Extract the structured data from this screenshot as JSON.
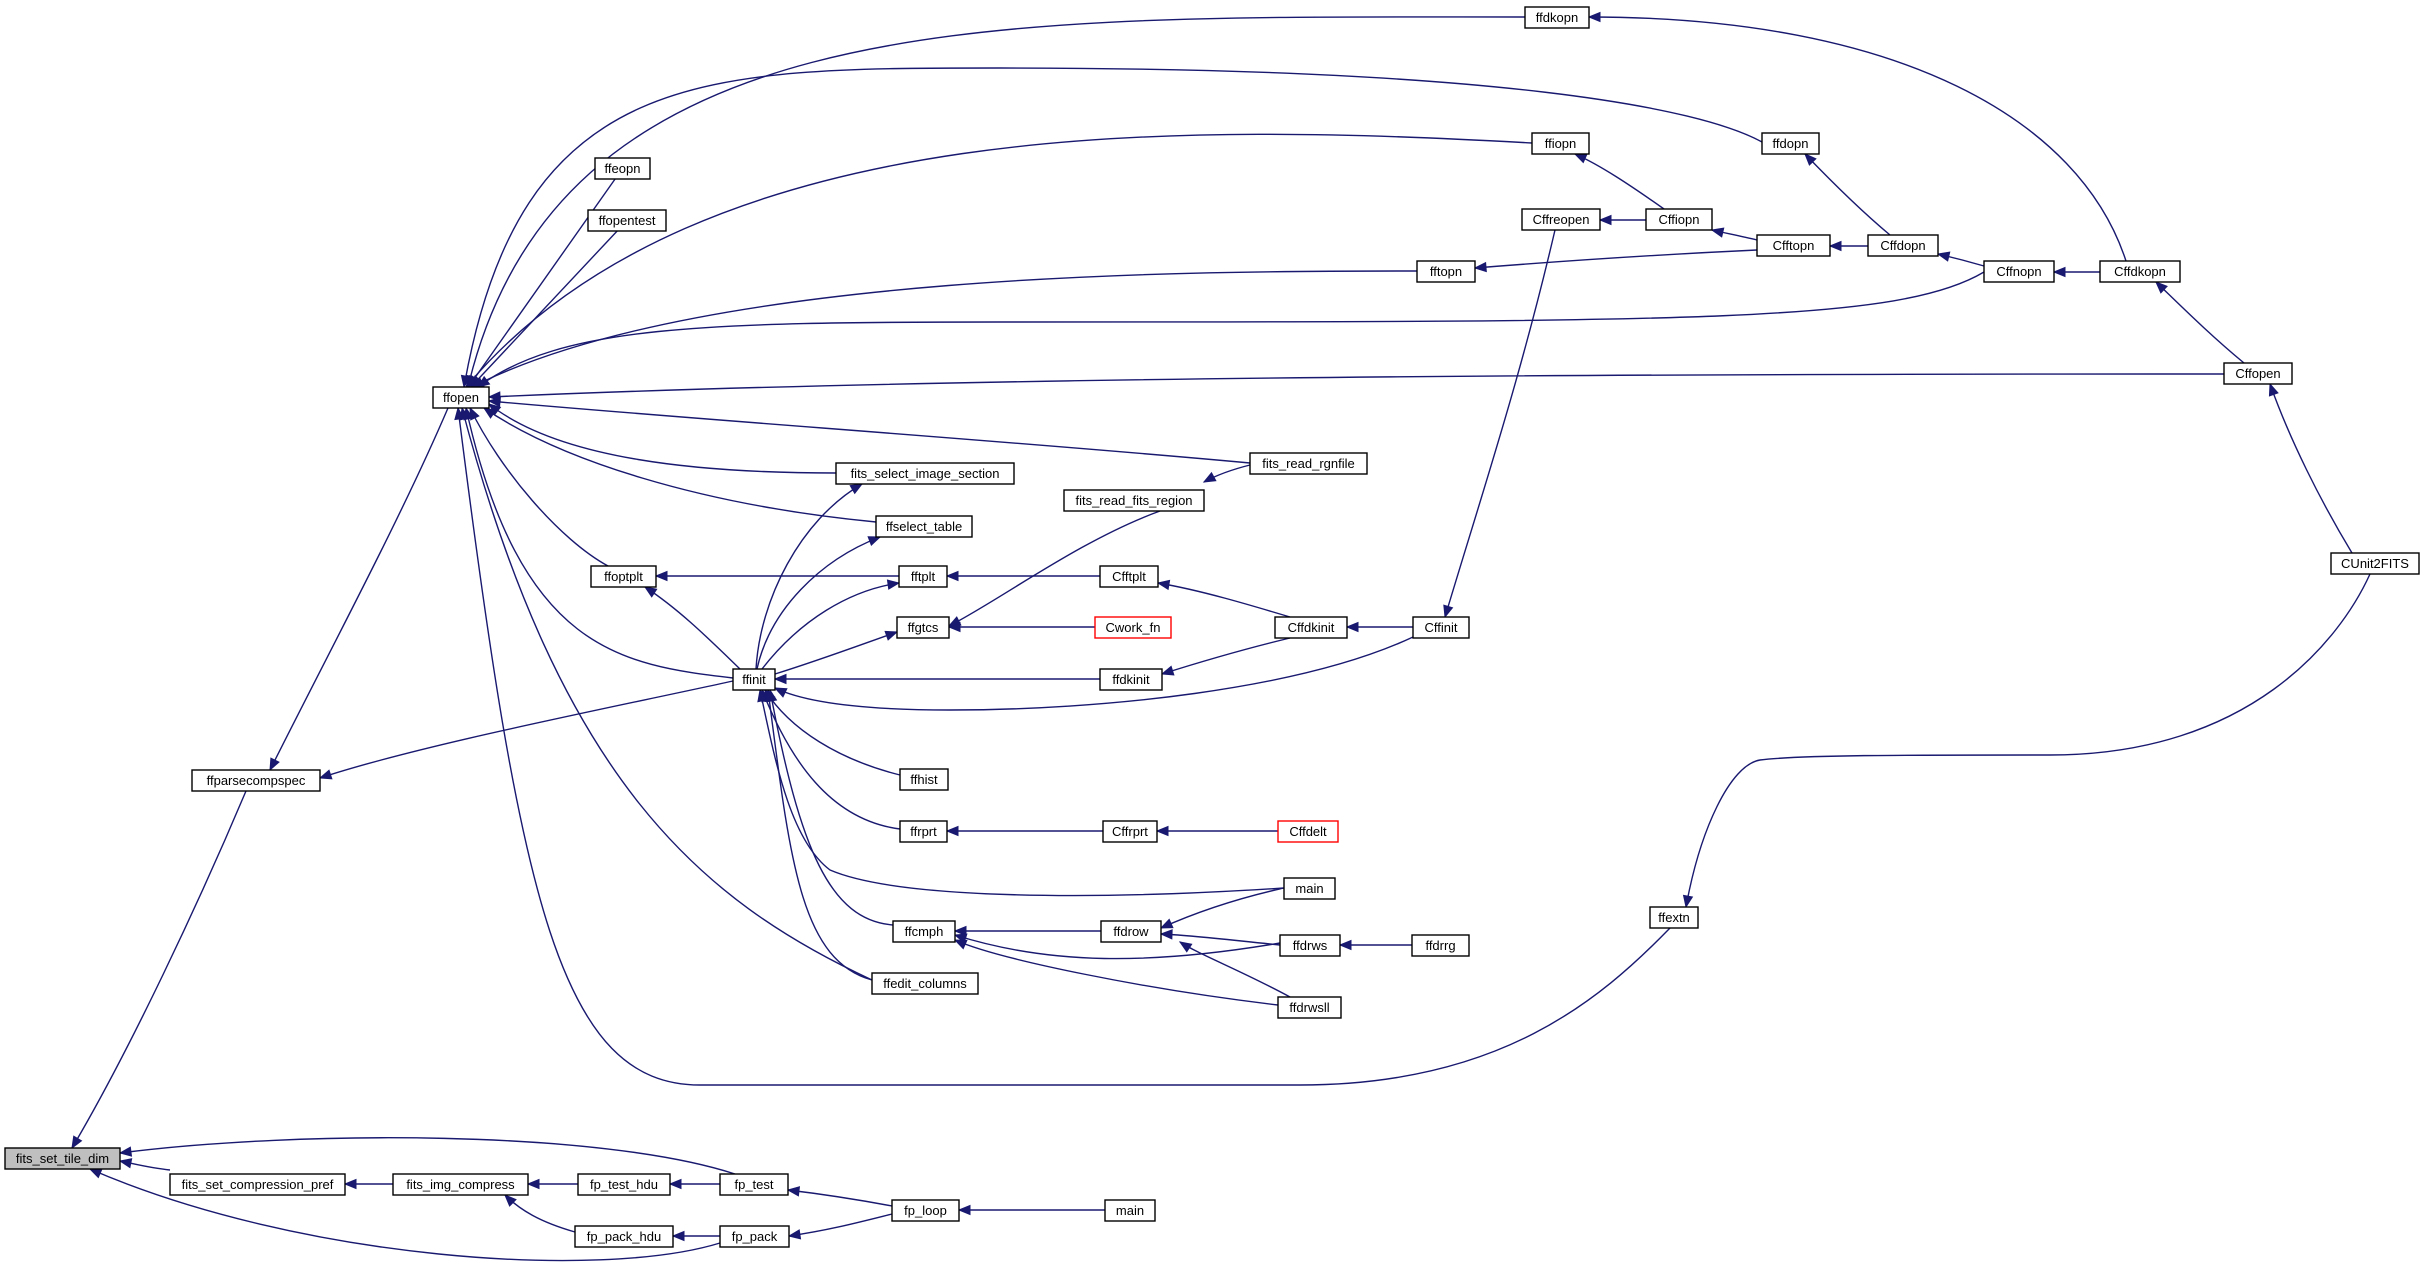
{
  "graph": {
    "title": "",
    "nodes": [
      {
        "id": "fits_set_tile_dim",
        "label": "fits_set_tile_dim",
        "current": true
      },
      {
        "id": "ffparsecompspec",
        "label": "ffparsecompspec"
      },
      {
        "id": "ffopen",
        "label": "ffopen"
      },
      {
        "id": "ffdkopn",
        "label": "ffdkopn"
      },
      {
        "id": "ffeopn",
        "label": "ffeopn"
      },
      {
        "id": "ffopentest",
        "label": "ffopentest"
      },
      {
        "id": "ffiopn",
        "label": "ffiopn"
      },
      {
        "id": "ffdopn",
        "label": "ffdopn"
      },
      {
        "id": "Cffreopen",
        "label": "Cffreopen"
      },
      {
        "id": "Cffiopn",
        "label": "Cffiopn"
      },
      {
        "id": "Cfftopn",
        "label": "Cfftopn"
      },
      {
        "id": "Cffdopn",
        "label": "Cffdopn"
      },
      {
        "id": "Cffnopn",
        "label": "Cffnopn"
      },
      {
        "id": "Cffdkopn",
        "label": "Cffdkopn"
      },
      {
        "id": "fftopn",
        "label": "fftopn"
      },
      {
        "id": "Cffopen",
        "label": "Cffopen"
      },
      {
        "id": "fits_read_rgnfile",
        "label": "fits_read_rgnfile"
      },
      {
        "id": "fits_select_image_section",
        "label": "fits_select_image_section"
      },
      {
        "id": "fits_read_fits_region",
        "label": "fits_read_fits_region"
      },
      {
        "id": "ffselect_table",
        "label": "ffselect_table"
      },
      {
        "id": "ffoptplt",
        "label": "ffoptplt"
      },
      {
        "id": "fftplt",
        "label": "fftplt"
      },
      {
        "id": "Cfftplt",
        "label": "Cfftplt"
      },
      {
        "id": "CUnit2FITS",
        "label": "CUnit2FITS"
      },
      {
        "id": "ffgtcs",
        "label": "ffgtcs"
      },
      {
        "id": "Cwork_fn",
        "label": "Cwork_fn",
        "red": true
      },
      {
        "id": "Cffdkinit",
        "label": "Cffdkinit"
      },
      {
        "id": "Cffinit",
        "label": "Cffinit"
      },
      {
        "id": "ffinit",
        "label": "ffinit"
      },
      {
        "id": "ffdkinit",
        "label": "ffdkinit"
      },
      {
        "id": "ffhist",
        "label": "ffhist"
      },
      {
        "id": "ffrprt",
        "label": "ffrprt"
      },
      {
        "id": "Cffrprt",
        "label": "Cffrprt"
      },
      {
        "id": "Cffdelt",
        "label": "Cffdelt",
        "red": true
      },
      {
        "id": "main_a",
        "label": "main"
      },
      {
        "id": "ffextn",
        "label": "ffextn"
      },
      {
        "id": "ffcmph",
        "label": "ffcmph"
      },
      {
        "id": "ffdrow",
        "label": "ffdrow"
      },
      {
        "id": "ffdrws",
        "label": "ffdrws"
      },
      {
        "id": "ffdrrg",
        "label": "ffdrrg"
      },
      {
        "id": "ffedit_columns",
        "label": "ffedit_columns"
      },
      {
        "id": "ffdrwsll",
        "label": "ffdrwsll"
      },
      {
        "id": "fits_set_compression_pref",
        "label": "fits_set_compression_pref"
      },
      {
        "id": "fits_img_compress",
        "label": "fits_img_compress"
      },
      {
        "id": "fp_test_hdu",
        "label": "fp_test_hdu"
      },
      {
        "id": "fp_test",
        "label": "fp_test"
      },
      {
        "id": "fp_loop",
        "label": "fp_loop"
      },
      {
        "id": "main_b",
        "label": "main"
      },
      {
        "id": "fp_pack_hdu",
        "label": "fp_pack_hdu"
      },
      {
        "id": "fp_pack",
        "label": "fp_pack"
      }
    ],
    "edges": [
      {
        "from": "ffparsecompspec",
        "to": "fits_set_tile_dim"
      },
      {
        "from": "fits_set_compression_pref",
        "to": "fits_set_tile_dim"
      },
      {
        "from": "fp_test",
        "to": "fits_set_tile_dim"
      },
      {
        "from": "fp_pack",
        "to": "fits_set_tile_dim"
      },
      {
        "from": "ffopen",
        "to": "ffparsecompspec"
      },
      {
        "from": "ffinit",
        "to": "ffparsecompspec"
      },
      {
        "from": "ffdkopn",
        "to": "ffopen"
      },
      {
        "from": "ffeopn",
        "to": "ffopen"
      },
      {
        "from": "ffopentest",
        "to": "ffopen"
      },
      {
        "from": "ffiopn",
        "to": "ffopen"
      },
      {
        "from": "ffdopn",
        "to": "ffopen"
      },
      {
        "from": "fftopn",
        "to": "ffopen"
      },
      {
        "from": "Cffnopn",
        "to": "ffopen"
      },
      {
        "from": "Cffopen",
        "to": "ffopen"
      },
      {
        "from": "fits_read_rgnfile",
        "to": "ffopen"
      },
      {
        "from": "fits_select_image_section",
        "to": "ffopen"
      },
      {
        "from": "ffselect_table",
        "to": "ffopen"
      },
      {
        "from": "ffoptplt",
        "to": "ffopen"
      },
      {
        "from": "ffinit",
        "to": "ffopen"
      },
      {
        "from": "ffedit_columns",
        "to": "ffopen"
      },
      {
        "from": "ffextn",
        "to": "ffopen"
      },
      {
        "from": "Cffdkopn",
        "to": "ffdkopn"
      },
      {
        "from": "Cffiopn",
        "to": "ffiopn"
      },
      {
        "from": "Cffdopn",
        "to": "ffdopn"
      },
      {
        "from": "Cfftopn",
        "to": "fftopn"
      },
      {
        "from": "Cffiopn",
        "to": "Cffreopen"
      },
      {
        "from": "Cfftopn",
        "to": "Cffiopn"
      },
      {
        "from": "Cffdopn",
        "to": "Cfftopn"
      },
      {
        "from": "Cffnopn",
        "to": "Cffdopn"
      },
      {
        "from": "Cffdkopn",
        "to": "Cffnopn"
      },
      {
        "from": "Cffopen",
        "to": "Cffdkopn"
      },
      {
        "from": "CUnit2FITS",
        "to": "Cffopen"
      },
      {
        "from": "fits_read_rgnfile",
        "to": "fits_read_fits_region"
      },
      {
        "from": "fits_read_fits_region",
        "to": "ffgtcs"
      },
      {
        "from": "ffinit",
        "to": "fits_select_image_section"
      },
      {
        "from": "ffinit",
        "to": "ffselect_table"
      },
      {
        "from": "fftplt",
        "to": "ffoptplt"
      },
      {
        "from": "ffinit",
        "to": "ffoptplt"
      },
      {
        "from": "Cfftplt",
        "to": "fftplt"
      },
      {
        "from": "ffinit",
        "to": "fftplt"
      },
      {
        "from": "Cffdkinit",
        "to": "Cfftplt"
      },
      {
        "from": "Cwork_fn",
        "to": "ffgtcs"
      },
      {
        "from": "ffinit",
        "to": "ffgtcs"
      },
      {
        "from": "Cffinit",
        "to": "Cffdkinit"
      },
      {
        "from": "Cffdkinit",
        "to": "ffdkinit"
      },
      {
        "from": "Cffreopen",
        "to": "Cffinit"
      },
      {
        "from": "ffdkinit",
        "to": "ffinit"
      },
      {
        "from": "Cffinit",
        "to": "ffinit"
      },
      {
        "from": "ffhist",
        "to": "ffinit"
      },
      {
        "from": "ffrprt",
        "to": "ffinit"
      },
      {
        "from": "main_a",
        "to": "ffinit"
      },
      {
        "from": "ffcmph",
        "to": "ffinit"
      },
      {
        "from": "ffedit_columns",
        "to": "ffinit"
      },
      {
        "from": "Cffrprt",
        "to": "ffrprt"
      },
      {
        "from": "Cffdelt",
        "to": "Cffrprt"
      },
      {
        "from": "ffdrow",
        "to": "ffcmph"
      },
      {
        "from": "ffdrws",
        "to": "ffcmph"
      },
      {
        "from": "ffdrwsll",
        "to": "ffcmph"
      },
      {
        "from": "main_a",
        "to": "ffdrow"
      },
      {
        "from": "ffdrws",
        "to": "ffdrow"
      },
      {
        "from": "ffdrwsll",
        "to": "ffdrow"
      },
      {
        "from": "ffdrrg",
        "to": "ffdrws"
      },
      {
        "from": "CUnit2FITS",
        "to": "ffextn"
      },
      {
        "from": "fits_img_compress",
        "to": "fits_set_compression_pref"
      },
      {
        "from": "fp_test_hdu",
        "to": "fits_img_compress"
      },
      {
        "from": "fp_pack_hdu",
        "to": "fits_img_compress"
      },
      {
        "from": "fp_test",
        "to": "fp_test_hdu"
      },
      {
        "from": "fp_pack",
        "to": "fp_pack_hdu"
      },
      {
        "from": "fp_loop",
        "to": "fp_test"
      },
      {
        "from": "fp_loop",
        "to": "fp_pack"
      },
      {
        "from": "main_b",
        "to": "fp_loop"
      }
    ]
  }
}
